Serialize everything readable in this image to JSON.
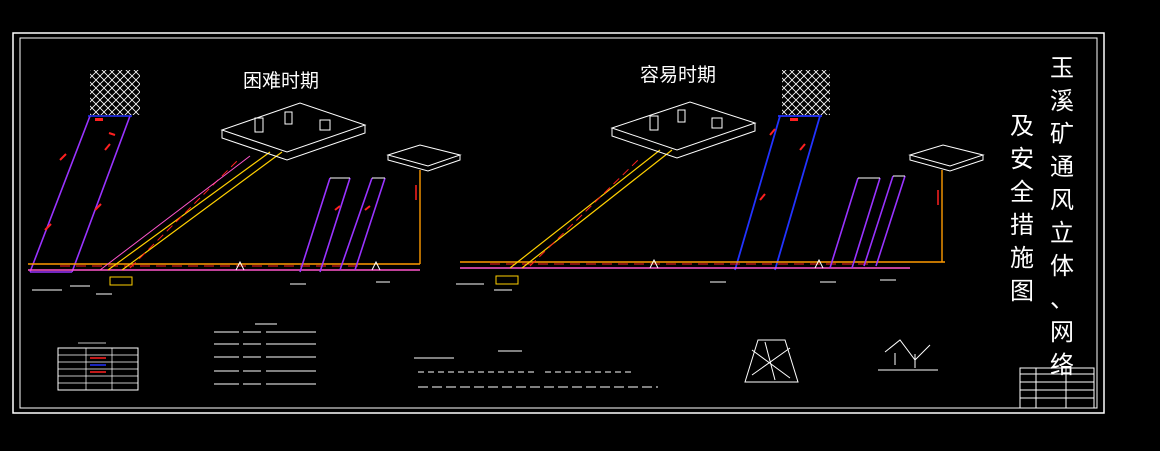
{
  "drawing": {
    "title_left": "困难时期",
    "title_right": "容易时期",
    "vertical_title_col1": [
      "玉",
      "溪",
      "矿",
      "通",
      "风",
      "立",
      "体",
      "、",
      "网",
      "络"
    ],
    "vertical_title_col2": [
      "及",
      "安",
      "全",
      "措",
      "施",
      "图"
    ],
    "colors": {
      "background": "#000000",
      "frame": "#ffffff",
      "orange_airway": "#ff9a00",
      "blue_airway": "#2233ff",
      "purple_airway": "#9933ff",
      "red_marks": "#ff2020",
      "pink_airway": "#ff55cc",
      "yellow_airway": "#ffd000",
      "white_text": "#ffffff"
    }
  }
}
